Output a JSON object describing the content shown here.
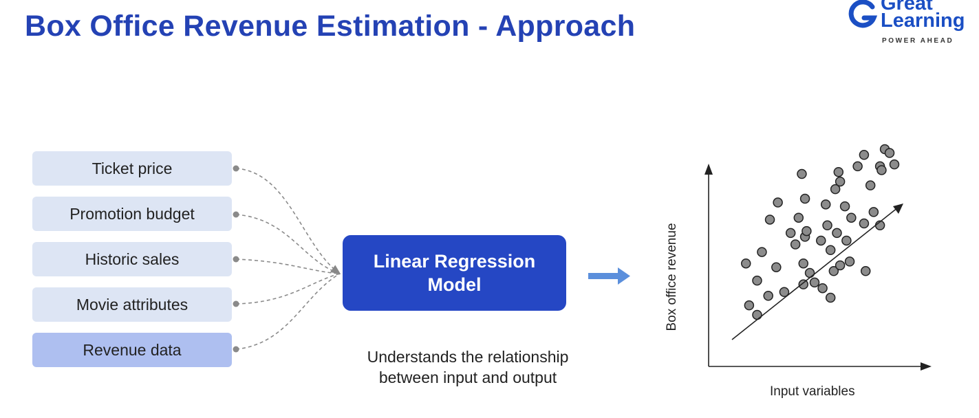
{
  "header": {
    "title": "Box Office Revenue Estimation - Approach"
  },
  "logo": {
    "line1": "Great",
    "line2": "Learning",
    "tagline": "POWER AHEAD",
    "color": "#1b4fc4"
  },
  "inputs": [
    {
      "label": "Ticket price"
    },
    {
      "label": "Promotion budget"
    },
    {
      "label": "Historic sales"
    },
    {
      "label": "Movie attributes"
    },
    {
      "label": "Revenue data"
    }
  ],
  "model": {
    "label_line1": "Linear Regression",
    "label_line2": "Model",
    "color": "#2547c4"
  },
  "caption": {
    "line1": "Understands the relationship",
    "line2": "between input and output"
  },
  "arrow_icon": "right-arrow-icon",
  "chart_data": {
    "type": "scatter",
    "xlabel": "Input variables",
    "ylabel": "Box office revenue",
    "grid": false,
    "trend_line": true,
    "point_color": "#8c8c8c",
    "points": [
      [
        0.07,
        0.4
      ],
      [
        0.09,
        0.18
      ],
      [
        0.14,
        0.13
      ],
      [
        0.14,
        0.31
      ],
      [
        0.17,
        0.46
      ],
      [
        0.21,
        0.23
      ],
      [
        0.22,
        0.63
      ],
      [
        0.26,
        0.38
      ],
      [
        0.27,
        0.72
      ],
      [
        0.31,
        0.25
      ],
      [
        0.38,
        0.5
      ],
      [
        0.4,
        0.64
      ],
      [
        0.42,
        0.87
      ],
      [
        0.43,
        0.29
      ],
      [
        0.43,
        0.4
      ],
      [
        0.44,
        0.54
      ],
      [
        0.44,
        0.74
      ],
      [
        0.45,
        0.57
      ],
      [
        0.47,
        0.35
      ],
      [
        0.54,
        0.52
      ],
      [
        0.57,
        0.71
      ],
      [
        0.58,
        0.6
      ],
      [
        0.6,
        0.22
      ],
      [
        0.6,
        0.47
      ],
      [
        0.62,
        0.36
      ],
      [
        0.63,
        0.79
      ],
      [
        0.64,
        0.56
      ],
      [
        0.65,
        0.88
      ],
      [
        0.69,
        0.7
      ],
      [
        0.73,
        0.64
      ],
      [
        0.77,
        0.91
      ],
      [
        0.81,
        0.97
      ],
      [
        0.82,
        0.36
      ],
      [
        0.81,
        0.61
      ],
      [
        0.87,
        0.67
      ],
      [
        0.91,
        0.91
      ],
      [
        0.91,
        0.6
      ],
      [
        0.94,
        1.0
      ],
      [
        1.0,
        0.92
      ],
      [
        0.97,
        0.98
      ],
      [
        0.85,
        0.81
      ],
      [
        0.7,
        0.52
      ],
      [
        0.72,
        0.41
      ],
      [
        0.66,
        0.39
      ],
      [
        0.92,
        0.89
      ],
      [
        0.55,
        0.27
      ],
      [
        0.35,
        0.56
      ],
      [
        0.5,
        0.3
      ],
      [
        0.66,
        0.83
      ]
    ]
  }
}
